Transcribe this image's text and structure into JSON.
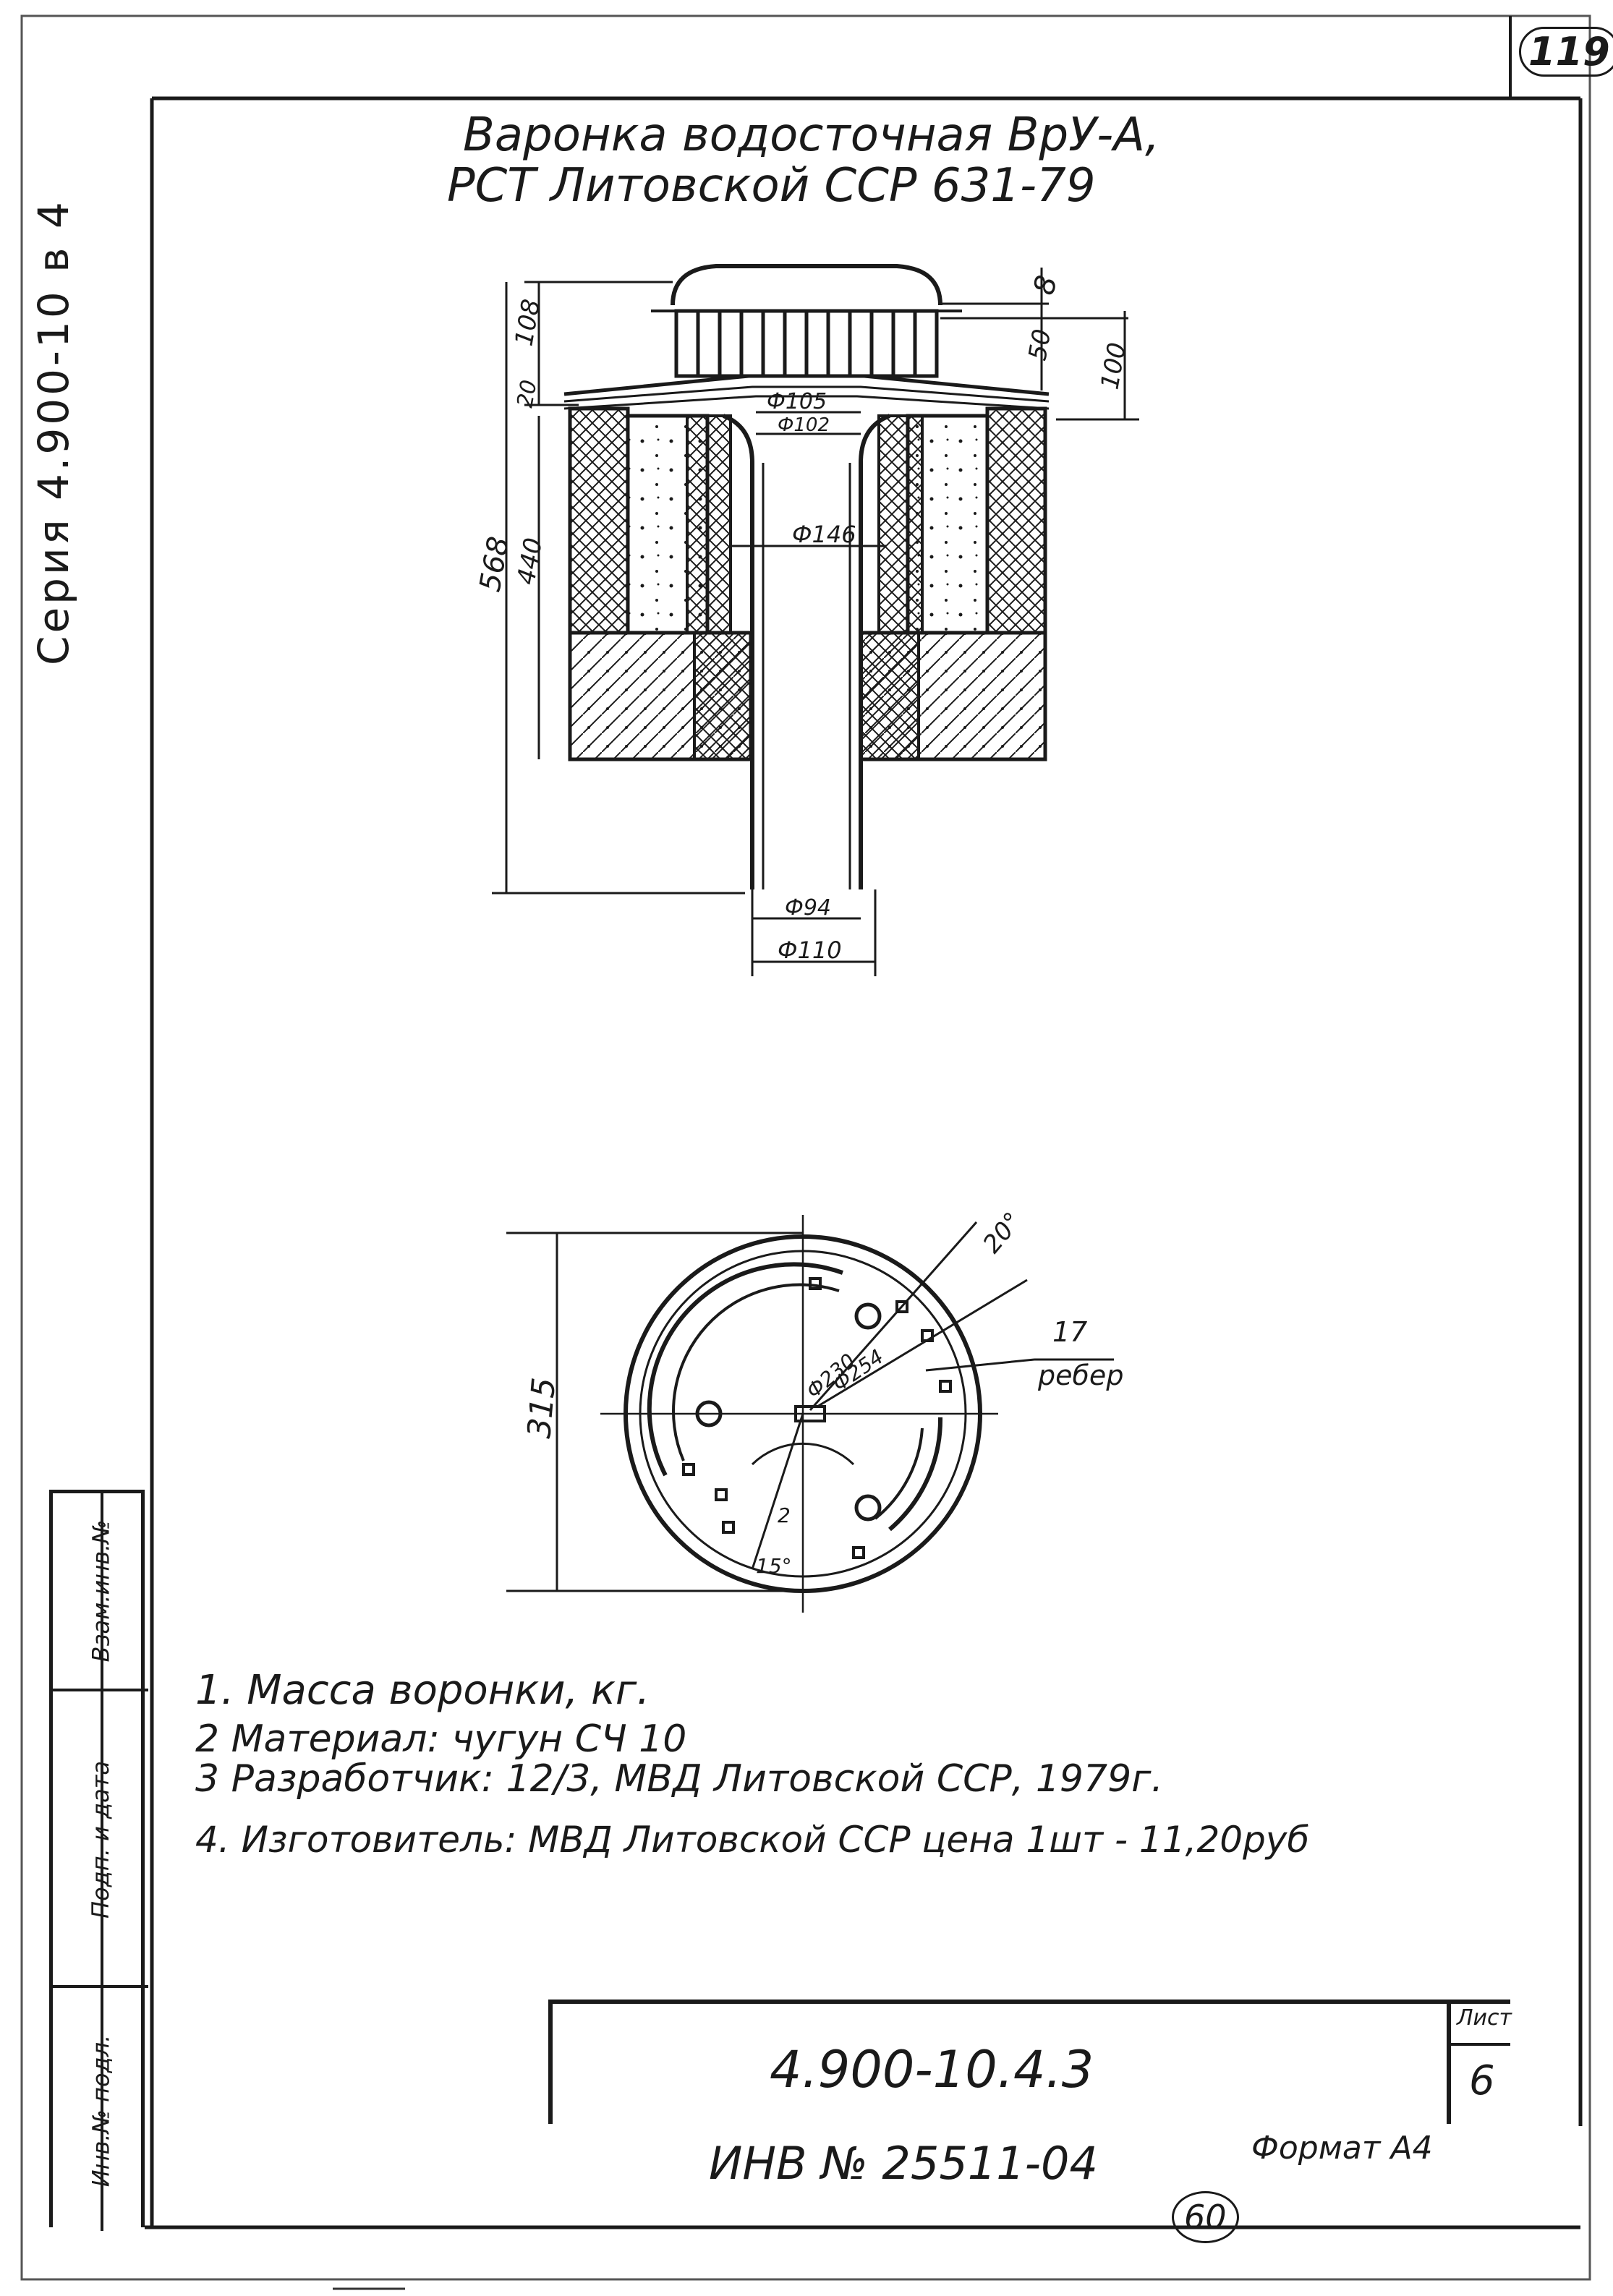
{
  "page_number_top": "119",
  "side_series": "Серия 4.900-10 в 4",
  "title": {
    "line1": "Варонка водосточная ВрУ-А,",
    "line2": "РСТ Литовской ССР 631-79"
  },
  "section_view": {
    "dims": {
      "d_top": "8",
      "h50": "50",
      "h100": "100",
      "h108": "108",
      "h20": "20",
      "h568": "568",
      "h440": "440",
      "phi105": "Ф105",
      "phi102": "Ф102",
      "phi146": "Ф146",
      "phi94": "Ф94",
      "phi110": "Ф110"
    }
  },
  "plan_view": {
    "dims": {
      "d315": "315",
      "angle20": "20°",
      "ribs_count": "17",
      "ribs_label": "ребер",
      "phi230": "Ф230",
      "phi254": "Ф254",
      "angle15": "15°",
      "small_label": "2"
    }
  },
  "notes": [
    "1. Масса воронки, кг.",
    "2 Материал: чугун СЧ 10",
    "3 Разработчик: 12/3, МВД Литовской ССР, 1979г.",
    "4. Изготовитель: МВД Литовской ССР цена 1шт - 11,20руб"
  ],
  "side_stamp": {
    "col1": "Инв.№ подл.",
    "col2": "Подп. и дата",
    "col3": "Взам.инв.№"
  },
  "title_block": {
    "doc_code": "4.900-10.4.3",
    "sheet_label": "Лист",
    "sheet_number": "6"
  },
  "footer": {
    "inv_number": "ИНВ № 25511-04",
    "format": "Формат А4",
    "circled_number": "60"
  }
}
